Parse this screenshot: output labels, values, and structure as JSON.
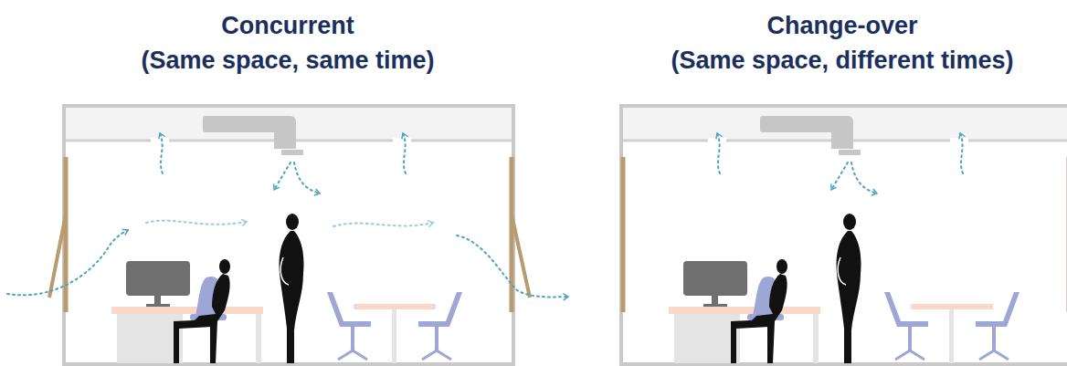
{
  "diagram": {
    "labels": [
      "Concurrent",
      "(Same space, same time)",
      "Change-over",
      "(Same space, different times)"
    ]
  }
}
